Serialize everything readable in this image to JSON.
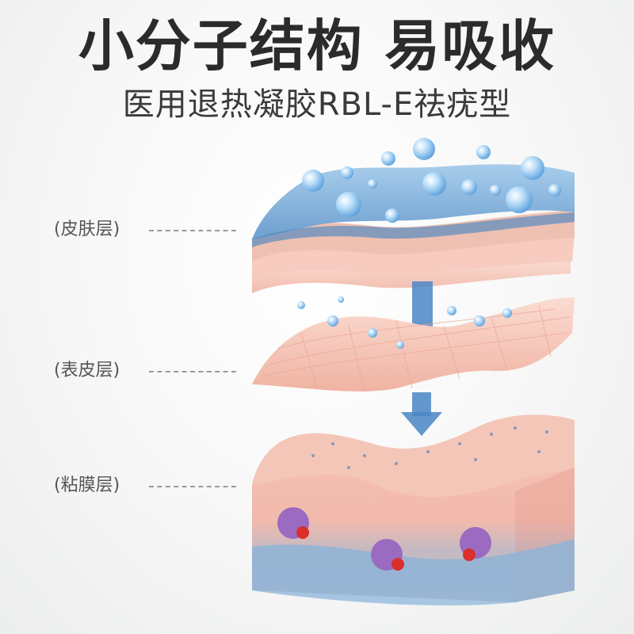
{
  "headline": "小分子结构 易吸收",
  "subline": "医用退热凝胶RBL-E祛疣型",
  "layers": [
    {
      "label": "(皮肤层)"
    },
    {
      "label": "(表皮层)"
    },
    {
      "label": "(粘膜层)"
    }
  ],
  "colors": {
    "headline": "#2b2b2b",
    "skin_blue": "#7fb0d8",
    "epidermis_pink": "#f6c6b8",
    "mucosa_pink": "#f3b5a6",
    "tissue_blue": "#8fb3d6",
    "virus_purple": "#9a6bc0",
    "arrow_blue": "#4a86c4"
  },
  "icons": [
    "gel-droplet-icon",
    "down-arrow-icon",
    "virus-icon"
  ]
}
